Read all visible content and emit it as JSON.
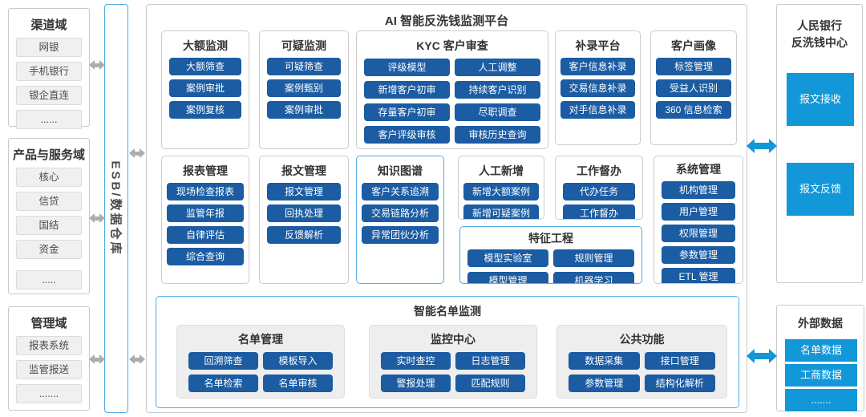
{
  "colors": {
    "dark_blue": "#1B5CA3",
    "bright_blue": "#1297D8",
    "accent_border": "#55ACDE",
    "arrow_gray": "#ADADAD"
  },
  "left_domains": [
    {
      "title": "渠道域",
      "items": [
        "网银",
        "手机银行",
        "银企直连",
        "......"
      ]
    },
    {
      "title": "产品与服务域",
      "items": [
        "核心",
        "信贷",
        "国结",
        "资金",
        "....."
      ]
    },
    {
      "title": "管理域",
      "items": [
        "报表系统",
        "监管报送",
        "......."
      ]
    }
  ],
  "esb": {
    "label": "ESB/数据仓库"
  },
  "platform": {
    "title": "AI 智能反洗钱监测平台",
    "row1": [
      {
        "title": "大额监测",
        "items": [
          "大额筛查",
          "案例审批",
          "案例复核"
        ]
      },
      {
        "title": "可疑监测",
        "items": [
          "可疑筛查",
          "案例甄别",
          "案例审批"
        ]
      },
      {
        "title": "KYC 客户审查",
        "items": [
          "评级模型",
          "人工调整",
          "新增客户初审",
          "持续客户识别",
          "存量客户初审",
          "尽职调查",
          "客户评级审核",
          "审核历史查询"
        ]
      },
      {
        "title": "补录平台",
        "items": [
          "客户信息补录",
          "交易信息补录",
          "对手信息补录"
        ]
      },
      {
        "title": "客户画像",
        "items": [
          "标签管理",
          "受益人识别",
          "360 信息检索"
        ]
      }
    ],
    "row2": [
      {
        "title": "报表管理",
        "items": [
          "现场检查报表",
          "监管年报",
          "自律评估",
          "综合查询"
        ]
      },
      {
        "title": "报文管理",
        "items": [
          "报文管理",
          "回执处理",
          "反馈解析"
        ]
      },
      {
        "title": "知识图谱",
        "items": [
          "客户关系追溯",
          "交易链路分析",
          "异常团伙分析"
        ]
      },
      {
        "title": "人工新增",
        "items": [
          "新增大额案例",
          "新增可疑案例"
        ]
      },
      {
        "title": "工作督办",
        "items": [
          "代办任务",
          "工作督办"
        ]
      },
      {
        "title": "系统管理",
        "items": [
          "机构管理",
          "用户管理",
          "权限管理",
          "参数管理",
          "ETL 管理"
        ]
      },
      {
        "title": "特征工程",
        "items": [
          "模型实验室",
          "规则管理",
          "模型管理",
          "机器学习"
        ]
      }
    ],
    "smart_list": {
      "title": "智能名单监测",
      "groups": [
        {
          "title": "名单管理",
          "items": [
            "回溯筛查",
            "模板导入",
            "名单检索",
            "名单审核"
          ]
        },
        {
          "title": "监控中心",
          "items": [
            "实时查控",
            "日志管理",
            "警报处理",
            "匹配规则"
          ]
        },
        {
          "title": "公共功能",
          "items": [
            "数据采集",
            "接口管理",
            "参数管理",
            "结构化解析"
          ]
        }
      ]
    }
  },
  "right": {
    "pboc": {
      "title_line1": "人民银行",
      "title_line2": "反洗钱中心",
      "items": [
        "报文接收",
        "报文反馈"
      ]
    },
    "external": {
      "title": "外部数据",
      "items": [
        "名单数据",
        "工商数据",
        "......."
      ]
    }
  }
}
